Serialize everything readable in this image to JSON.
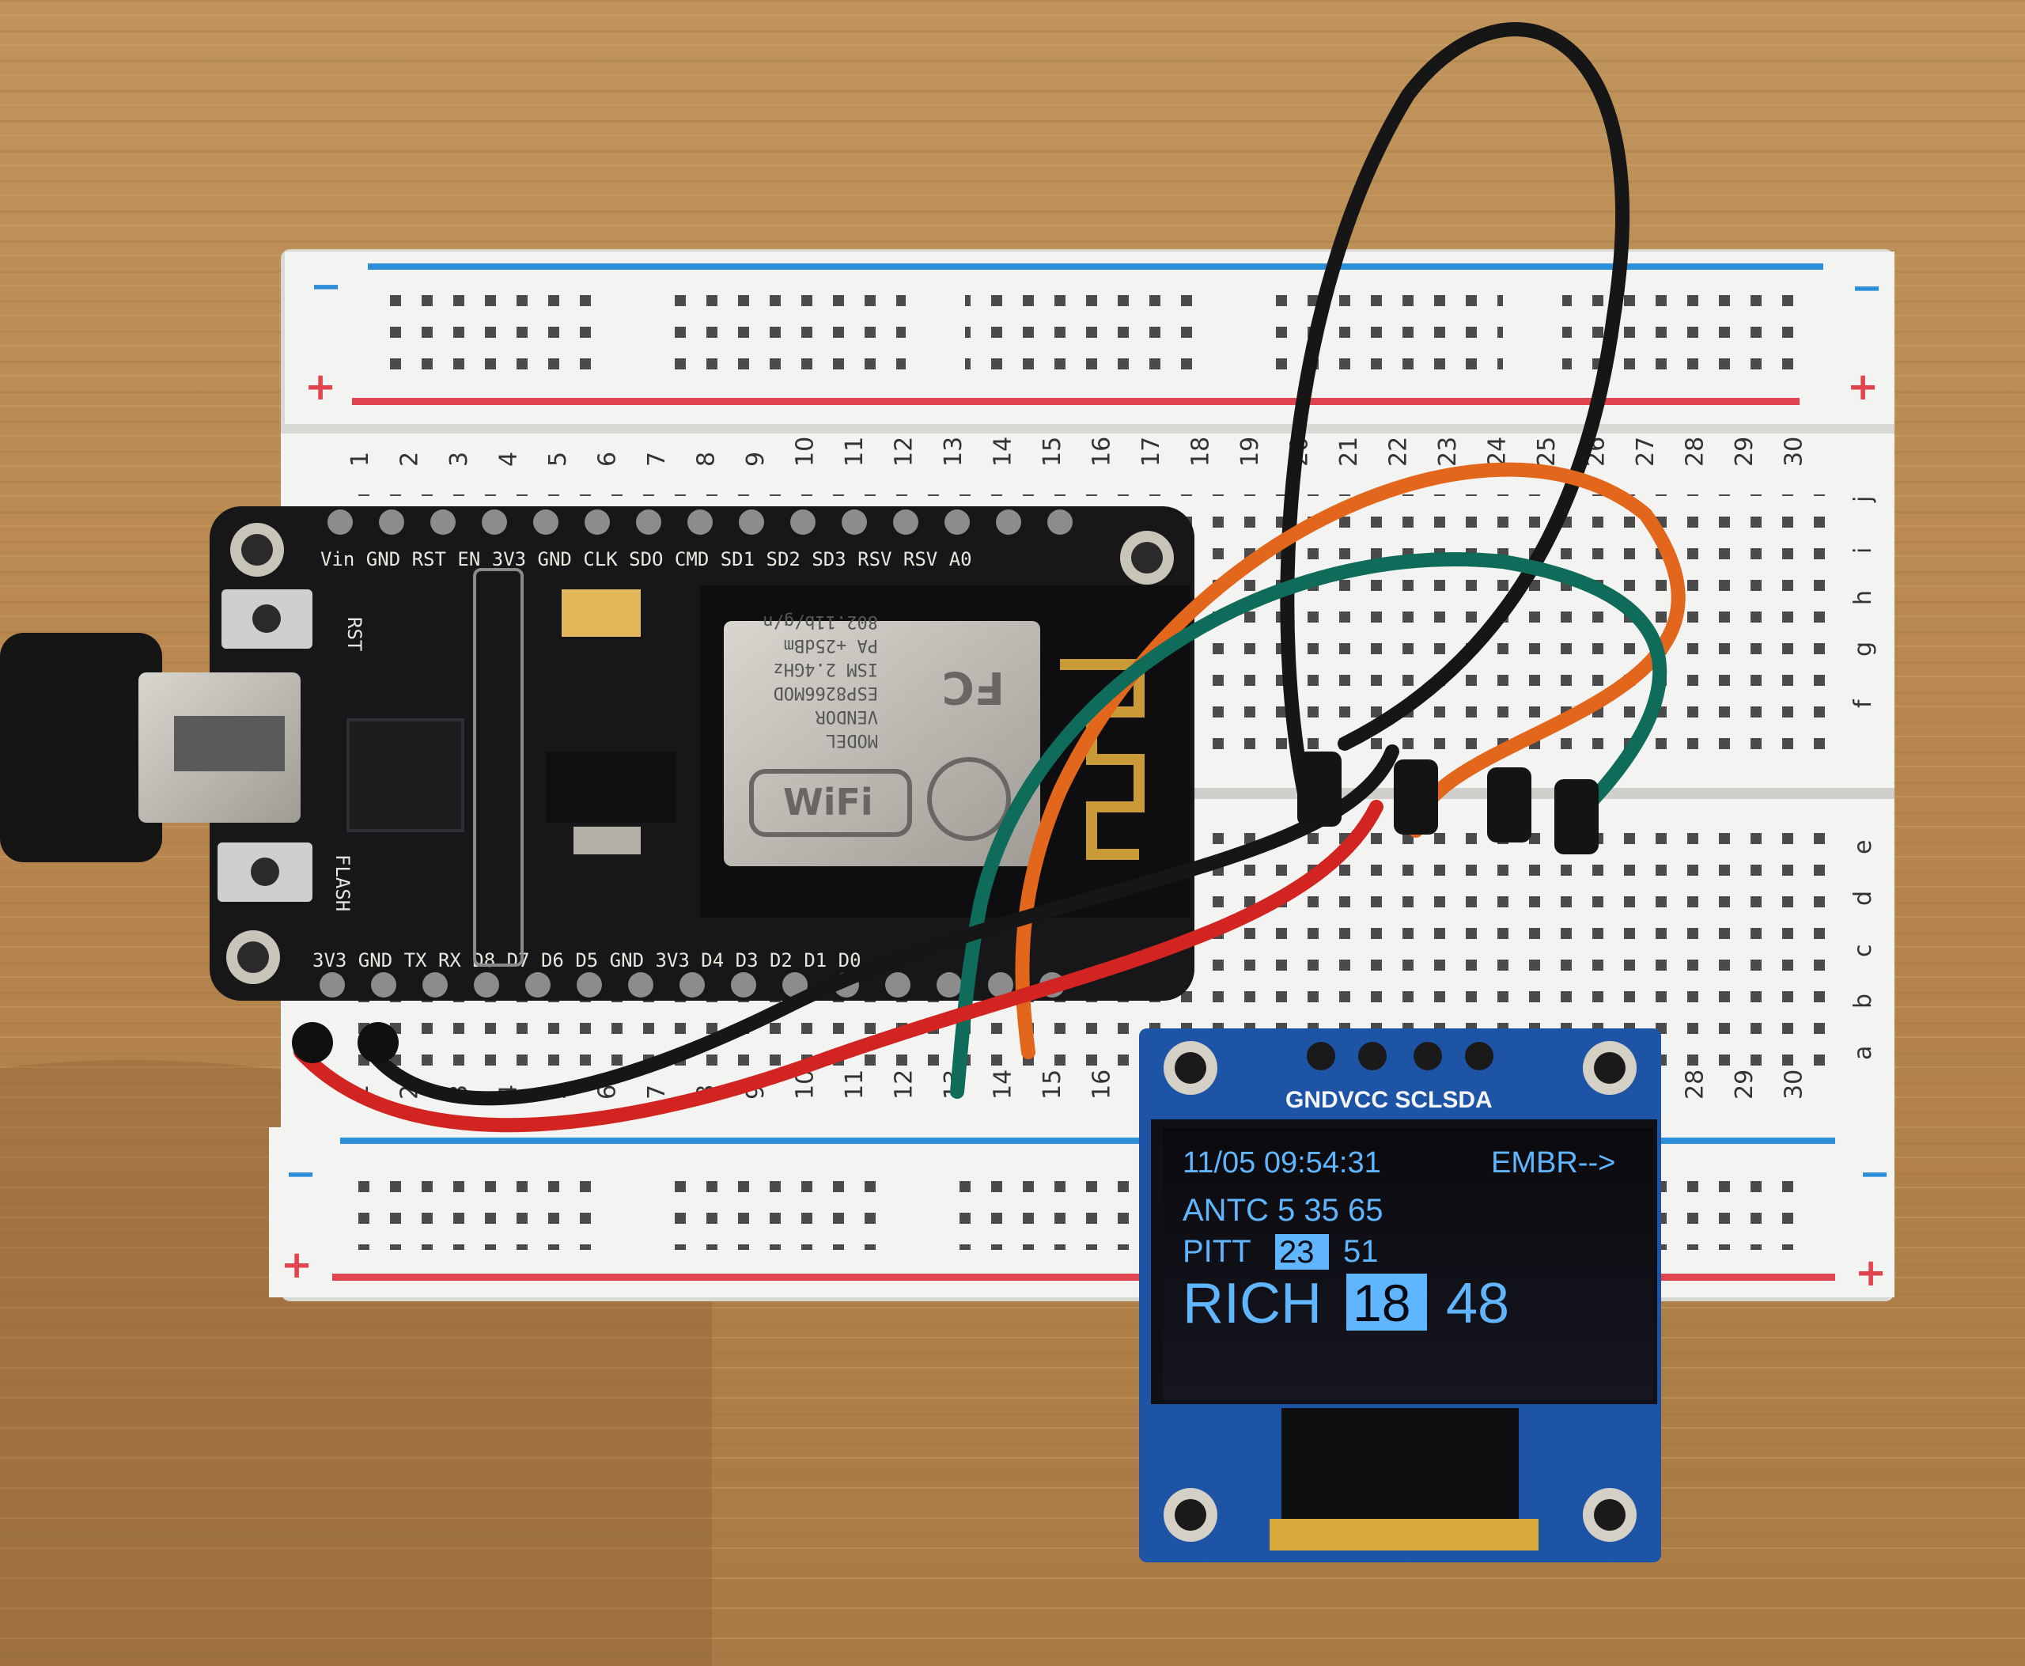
{
  "oled": {
    "line1_left": "11/05 09:54:31",
    "line1_right": "EMBR-->",
    "line2": "ANTC  5  35  65",
    "line3_label": "PITT",
    "line3_inverted": "23",
    "line3_value": "51",
    "line4_label": "RICH",
    "line4_inverted": "18",
    "line4_value": "48",
    "header_pins": "GNDVCC SCLSDA",
    "text_color": "#5fb6ff"
  },
  "nodemcu": {
    "top_pins": "Vin GND RST  EN  3V3  GND CLK SDO CMD SD1 SD2  SD3 RSV RSV A0",
    "bottom_pins": "3V3 GND TX  RX  D8  D7  D6  D5  GND 3V3 D4  D3  D2  D1  D0",
    "rst_label": "RST",
    "flash_label": "FLASH",
    "module_lines": [
      "MODEL",
      "VENDOR",
      "ESP8266MOD",
      "ISM 2.4GHz",
      "PA  +25dBm",
      "802.11b/g/n"
    ],
    "wifi_label": "WiFi",
    "fcc_label": "FC"
  },
  "breadboard": {
    "row_letters_top": [
      "j",
      "i",
      "h",
      "g",
      "f"
    ],
    "row_letters_bottom": [
      "e",
      "d",
      "c",
      "b",
      "a"
    ],
    "column_numbers": [
      "1",
      "2",
      "3",
      "4",
      "5",
      "6",
      "7",
      "8",
      "9",
      "10",
      "11",
      "12",
      "13",
      "14",
      "15",
      "16",
      "17",
      "18",
      "19",
      "20",
      "21",
      "22",
      "23",
      "24",
      "25",
      "26",
      "27",
      "28",
      "29",
      "30"
    ],
    "rail_minus": "−",
    "rail_plus": "+",
    "rail_blue": "#2c8fd8",
    "rail_red": "#e0444f"
  },
  "wires": {
    "black": "#161616",
    "red": "#d22420",
    "orange": "#e2661c",
    "green": "#0f6b5a"
  }
}
